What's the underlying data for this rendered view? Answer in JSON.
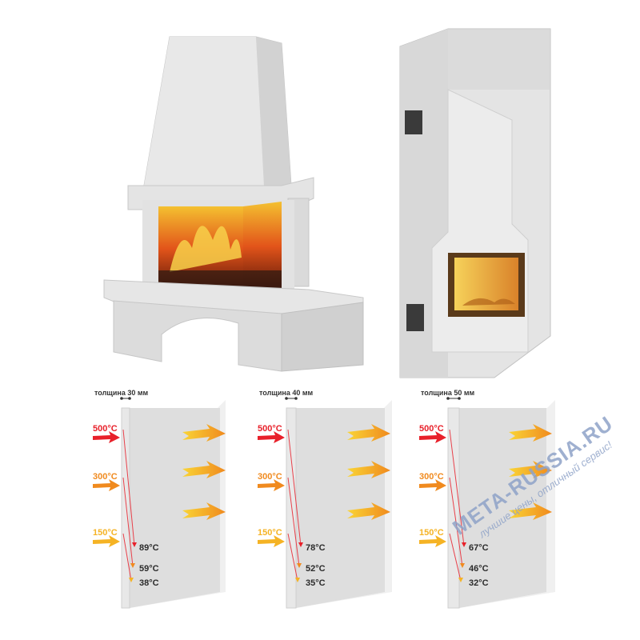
{
  "panels": [
    {
      "thickness_label": "толщина 30 мм",
      "inside_temps": [
        "500°C",
        "300°C",
        "150°C"
      ],
      "outside_temps": [
        "89°C",
        "59°C",
        "38°C"
      ]
    },
    {
      "thickness_label": "толщина 40 мм",
      "inside_temps": [
        "500°C",
        "300°C",
        "150°C"
      ],
      "outside_temps": [
        "78°C",
        "52°C",
        "35°C"
      ]
    },
    {
      "thickness_label": "толщина 50 мм",
      "inside_temps": [
        "500°C",
        "300°C",
        "150°C"
      ],
      "outside_temps": [
        "67°C",
        "46°C",
        "32°C"
      ]
    }
  ],
  "watermark": {
    "brand": "META-RUSSIA.RU",
    "tagline": "лучшие цены, отличный сервис!"
  },
  "colors": {
    "wall": "#dedede",
    "hot_500": "#e8202a",
    "hot_300": "#f08a1e",
    "hot_150": "#f5b324",
    "line": "#e8404a",
    "fire": "#e0501a"
  }
}
